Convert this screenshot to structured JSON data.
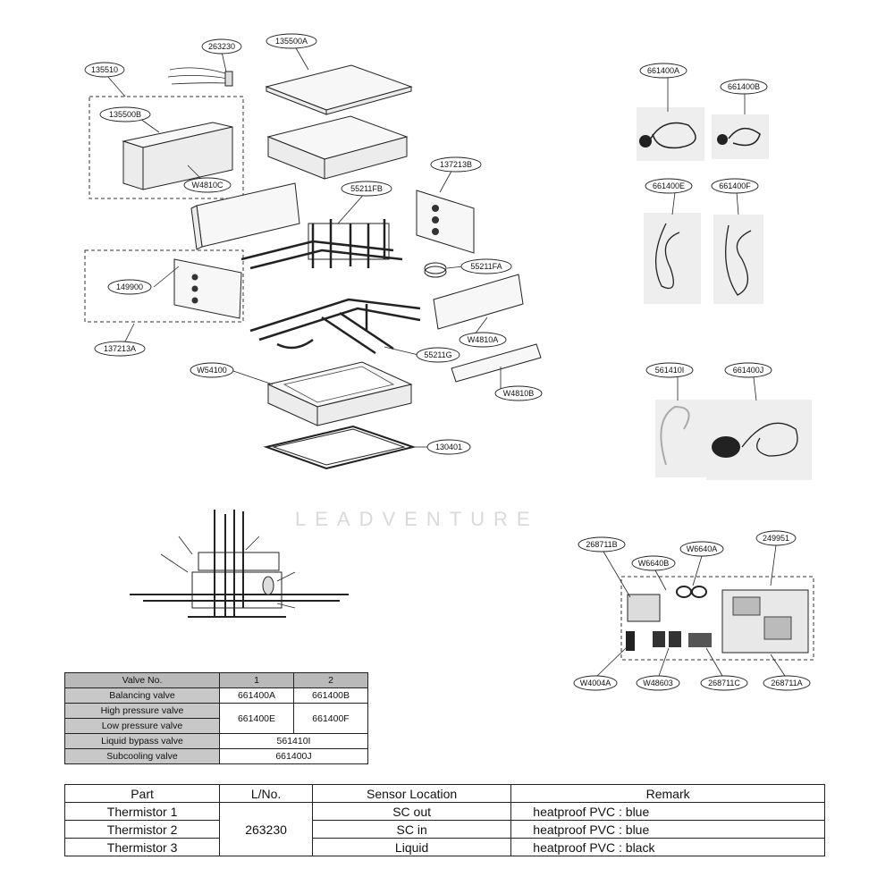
{
  "callouts": {
    "c135510": "135510",
    "c263230": "263230",
    "c135500A": "135500A",
    "c135500B": "135500B",
    "cW4810C": "W4810C",
    "c55211FB": "55211FB",
    "c137213B": "137213B",
    "c55211FA": "55211FA",
    "c149900": "149900",
    "c137213A": "137213A",
    "cW4810A": "W4810A",
    "c55211G": "55211G",
    "cW54100": "W54100",
    "cW4810B": "W4810B",
    "c130401": "130401",
    "c661400A": "661400A",
    "c661400B": "661400B",
    "c661400E": "661400E",
    "c661400F": "661400F",
    "c561410I": "561410I",
    "c661400J": "661400J",
    "c268711B": "268711B",
    "cW6640A": "W6640A",
    "c249951": "249951",
    "cW6640B": "W6640B",
    "cW4004A": "W4004A",
    "cW48603": "W48603",
    "c268711C": "268711C",
    "c268711A": "268711A"
  },
  "watermark": "LEADVENTURE",
  "valve_table": {
    "headers": [
      "Valve No.",
      "1",
      "2"
    ],
    "rows": [
      {
        "name": "Balancing valve",
        "v1": "661400A",
        "v2": "661400B"
      },
      {
        "name": "High pressure valve",
        "v1": "661400E",
        "v2": "661400F"
      },
      {
        "name": "Low pressure valve"
      },
      {
        "name": "Liquid bypass valve",
        "v": "561410I"
      },
      {
        "name": "Subcooling valve",
        "v": "661400J"
      }
    ]
  },
  "part_table": {
    "headers": [
      "Part",
      "L/No.",
      "Sensor Location",
      "Remark"
    ],
    "lno": "263230",
    "rows": [
      {
        "part": "Thermistor 1",
        "location": "SC out",
        "remark": "heatproof PVC : blue"
      },
      {
        "part": "Thermistor 2",
        "location": "SC in",
        "remark": "heatproof PVC : blue"
      },
      {
        "part": "Thermistor 3",
        "location": "Liquid",
        "remark": "heatproof PVC : black"
      }
    ]
  }
}
